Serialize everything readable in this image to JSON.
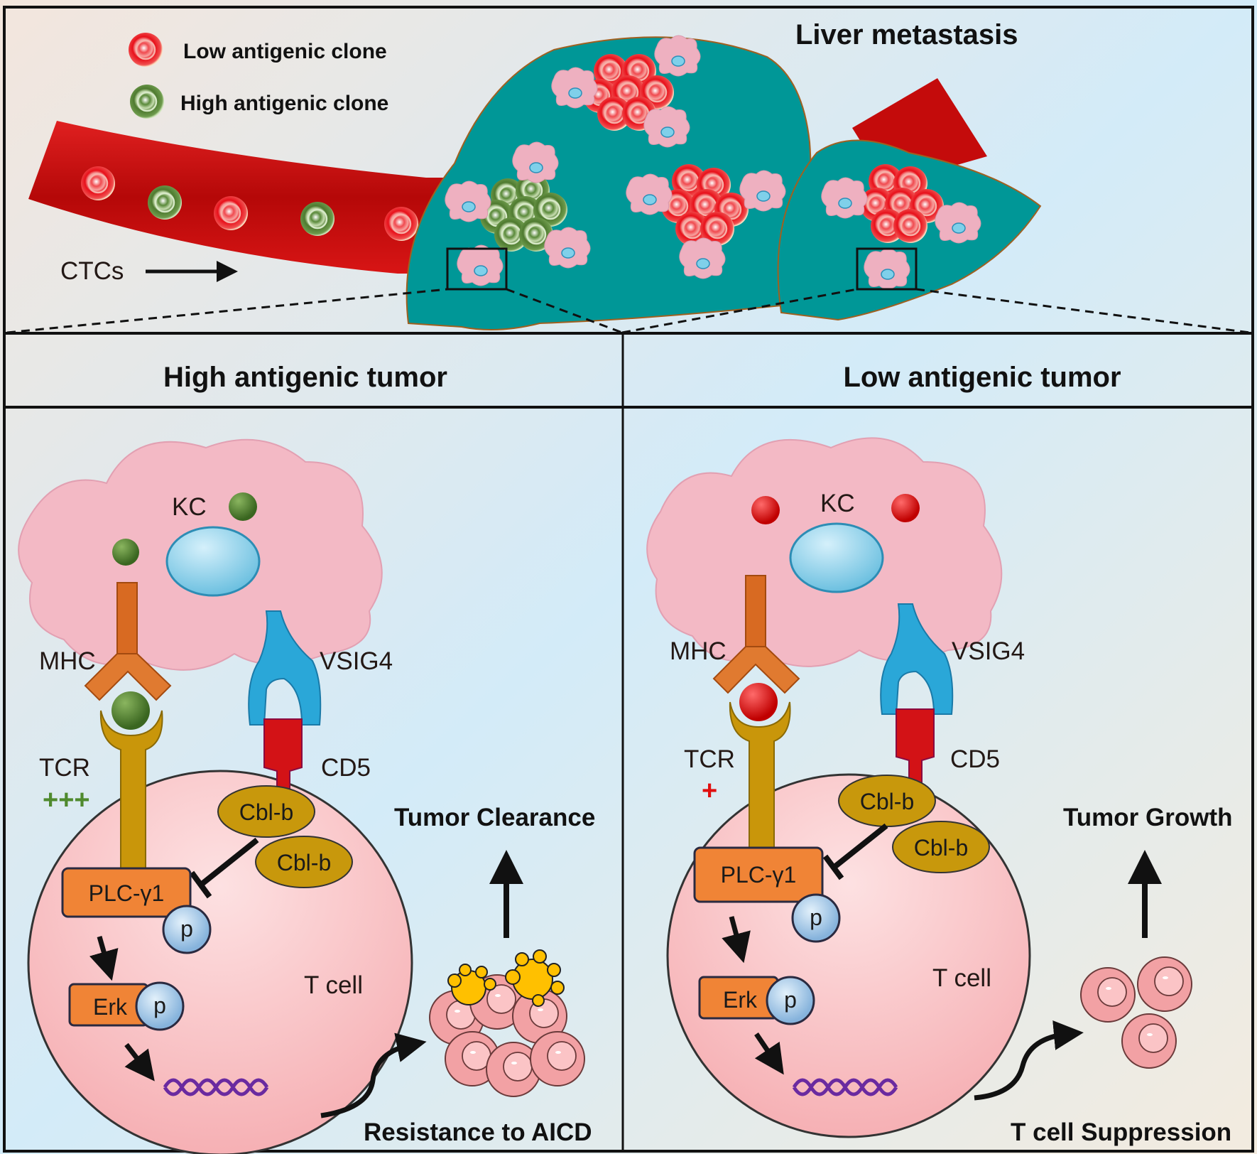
{
  "figure": {
    "top_title": "Liver metastasis",
    "legend": [
      {
        "label": "Low antigenic clone",
        "color": "#e8101a"
      },
      {
        "label": "High antigenic clone",
        "color": "#5a8a3a"
      }
    ],
    "ctc_label": "CTCs",
    "left_panel": {
      "title": "High antigenic tumor",
      "kc_label": "KC",
      "mhc_label": "MHC",
      "vsig4_label": "VSIG4",
      "tcr_label": "TCR",
      "tcr_strength": "+++",
      "tcr_strength_color": "#4f8a2e",
      "cd5_label": "CD5",
      "cblb_labels": [
        "Cbl-b",
        "Cbl-b"
      ],
      "plc_label": "PLC-γ1",
      "erk_label": "Erk",
      "phospho_label": "p",
      "tcell_label": "T cell",
      "outcome_top": "Tumor Clearance",
      "outcome_bottom": "Resistance to AICD",
      "antigen_color": "#4e7a2f"
    },
    "right_panel": {
      "title": "Low antigenic tumor",
      "kc_label": "KC",
      "mhc_label": "MHC",
      "vsig4_label": "VSIG4",
      "tcr_label": "TCR",
      "tcr_strength": "+",
      "tcr_strength_color": "#e01010",
      "cd5_label": "CD5",
      "cblb_labels": [
        "Cbl-b",
        "Cbl-b"
      ],
      "plc_label": "PLC-γ1",
      "erk_label": "Erk",
      "phospho_label": "p",
      "tcell_label": "T cell",
      "outcome_top": "Tumor Growth",
      "outcome_bottom": "T cell Suppression",
      "antigen_color": "#e01010"
    },
    "colors": {
      "liver": "#009797",
      "vessel": "#c80a0a",
      "kc": "#f2b8c4",
      "tcell": "#fbc9cc",
      "mhc": "#d86a22",
      "tcr": "#c9960a",
      "vsig4": "#2aa7d8",
      "cd5": "#d31216",
      "cblb": "#c8980c",
      "plc": "#f08436",
      "phospho": "#a9cdeb"
    }
  }
}
